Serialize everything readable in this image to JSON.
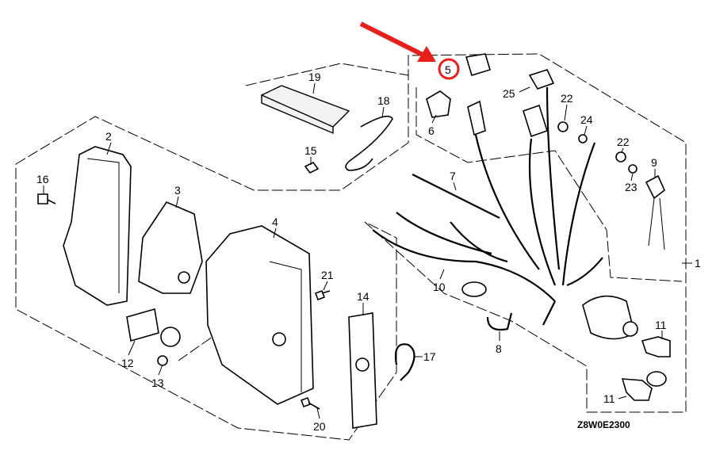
{
  "diagram": {
    "code": "Z8W0E2300",
    "highlight_color": "#e8201c",
    "highlighted_part": "5",
    "callouts": {
      "p1": "1",
      "p2": "2",
      "p3": "3",
      "p4": "4",
      "p5": "5",
      "p6": "6",
      "p7": "7",
      "p8": "8",
      "p9": "9",
      "p10": "10",
      "p11a": "11",
      "p11b": "11",
      "p12": "12",
      "p13": "13",
      "p14": "14",
      "p15": "15",
      "p16": "16",
      "p17": "17",
      "p18": "18",
      "p19": "19",
      "p20": "20",
      "p21": "21",
      "p22a": "22",
      "p22b": "22",
      "p23": "23",
      "p24": "24",
      "p25": "25"
    }
  }
}
